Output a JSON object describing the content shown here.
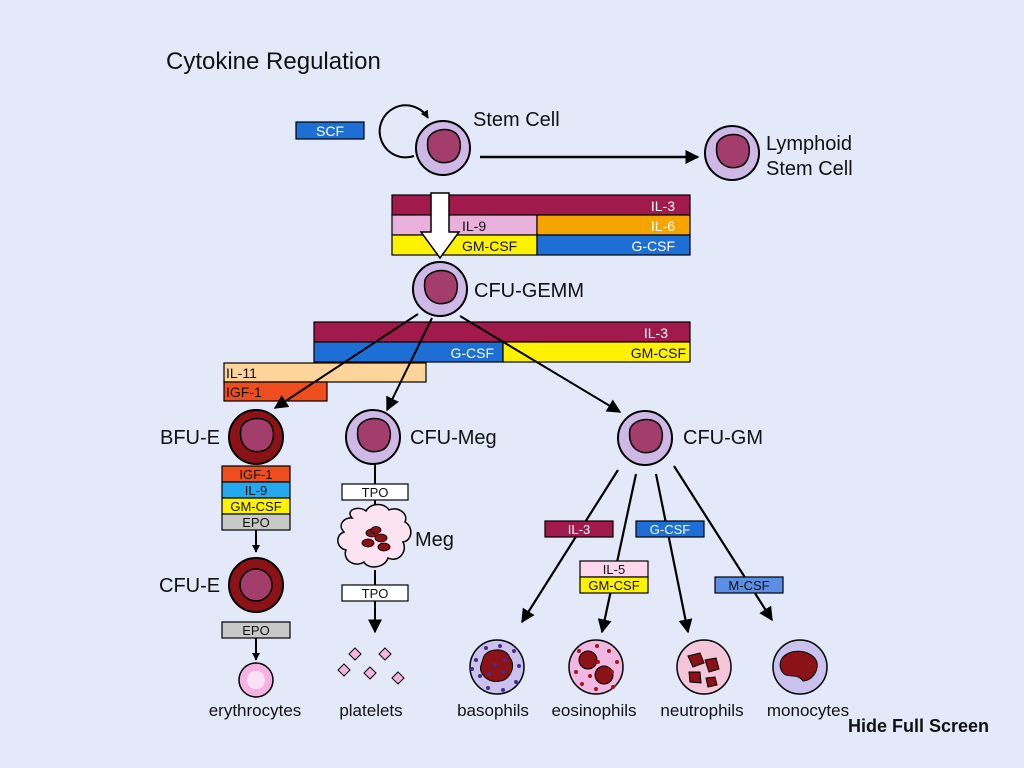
{
  "title": "Cytokine Regulation",
  "colors": {
    "background": "#e3e9f8",
    "il3": "#a11a4b",
    "il9": "#e8b0da",
    "il6": "#f6a500",
    "gmcsf": "#fff200",
    "gcsf": "#1d6fd6",
    "scf": "#1d6fd6",
    "il11": "#fdd49a",
    "igf1": "#ee4d1e",
    "il9_bfu": "#24a9f1",
    "epo": "#c8c8c8",
    "mcsf": "#5b8fe4",
    "il5": "#fbd6ee",
    "cell_outer": "#cdb8e6",
    "cell_nucleus": "#a23d6c",
    "dark_red": "#8b1216",
    "neutrophil": "#f3c6da",
    "monocyte": "#c9c2ee"
  },
  "cells": {
    "stem_cell": "Stem Cell",
    "lymphoid_line1": "Lymphoid",
    "lymphoid_line2": "Stem Cell",
    "cfu_gemm": "CFU-GEMM",
    "bfu_e": "BFU-E",
    "cfu_meg": "CFU-Meg",
    "cfu_gm": "CFU-GM",
    "meg": "Meg",
    "cfu_e": "CFU-E"
  },
  "cytokines": {
    "scf": "SCF",
    "il3": "IL-3",
    "il9": "IL-9",
    "il6": "IL-6",
    "gmcsf": "GM-CSF",
    "gcsf": "G-CSF",
    "il11": "IL-11",
    "igf1": "IGF-1",
    "epo": "EPO",
    "tpo": "TPO",
    "il5": "IL-5",
    "mcsf": "M-CSF"
  },
  "end_cells": {
    "erythrocytes": "erythrocytes",
    "platelets": "platelets",
    "basophils": "basophils",
    "eosinophils": "eosinophils",
    "neutrophils": "neutrophils",
    "monocytes": "monocytes"
  },
  "controls": {
    "hide_full_screen": "Hide Full Screen"
  }
}
